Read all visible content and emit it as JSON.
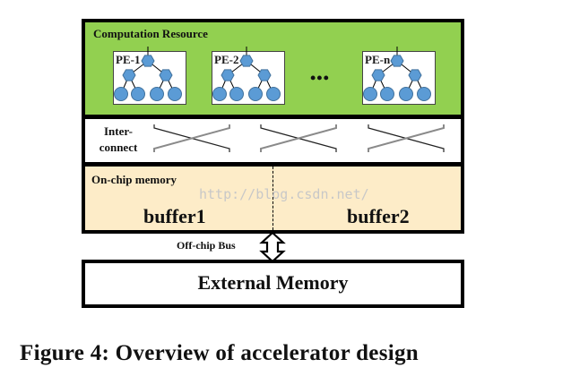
{
  "compute": {
    "title": "Computation Resource",
    "pes": [
      {
        "label": "PE-1"
      },
      {
        "label": "PE-2"
      },
      {
        "label": "PE-n"
      }
    ],
    "ellipsis": "•••"
  },
  "interconnect": {
    "line1": "Inter-",
    "line2": "connect"
  },
  "onchip": {
    "title": "On-chip memory",
    "buffers": [
      {
        "label": "buffer1"
      },
      {
        "label": "buffer2"
      }
    ]
  },
  "bus": {
    "label": "Off-chip Bus"
  },
  "external": {
    "label": "External Memory"
  },
  "watermark": "http://blog.csdn.net/",
  "caption": "Figure 4: Overview of accelerator design",
  "colors": {
    "compute_bg": "#92d050",
    "memory_bg": "#fdecc8",
    "node_fill": "#5b9bd5"
  }
}
